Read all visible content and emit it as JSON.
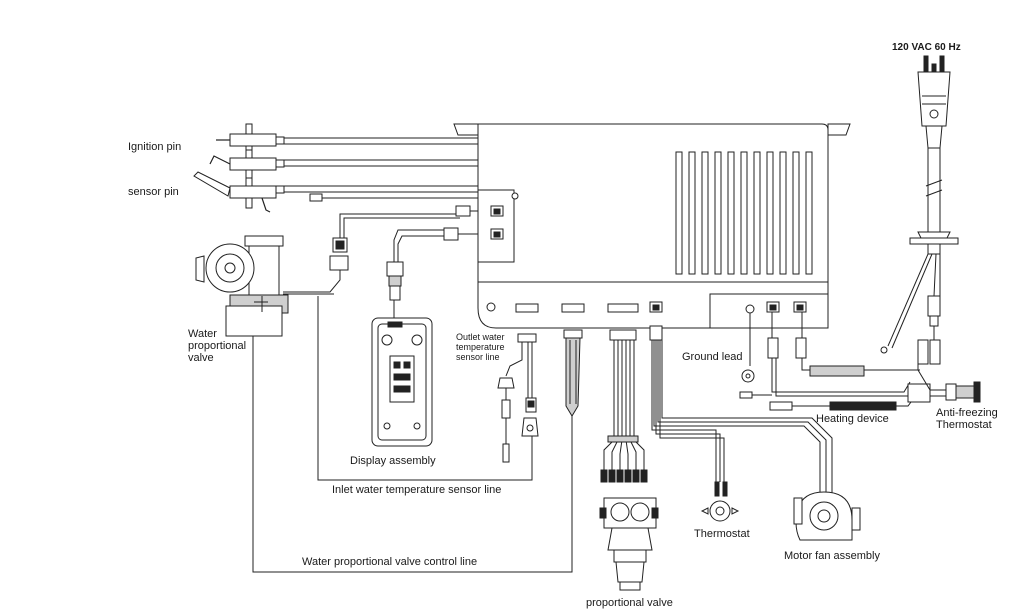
{
  "labels": {
    "power": "120 VAC 60 Hz",
    "ignition_pin": "Ignition pin",
    "sensor_pin": "sensor pin",
    "water_valve": "Water\nproportional\nvalve",
    "outlet_sensor": "Outlet water\ntemperature\nsensor line",
    "display_assembly": "Display assembly",
    "inlet_sensor": "Inlet water temperature sensor line",
    "valve_control": "Water proportional valve control line",
    "proportional_valve": "proportional valve",
    "thermostat": "Thermostat",
    "motor_fan": "Motor fan assembly",
    "heating_device": "Heating device",
    "anti_freezing": "Anti-freezing\nThermostat",
    "ground_lead": "Ground lead"
  },
  "icons": {
    "plug": "power-plug-icon",
    "control_board": "control-board",
    "display": "display-panel",
    "fan": "motor-fan-icon",
    "thermostat": "thermostat-icon"
  }
}
